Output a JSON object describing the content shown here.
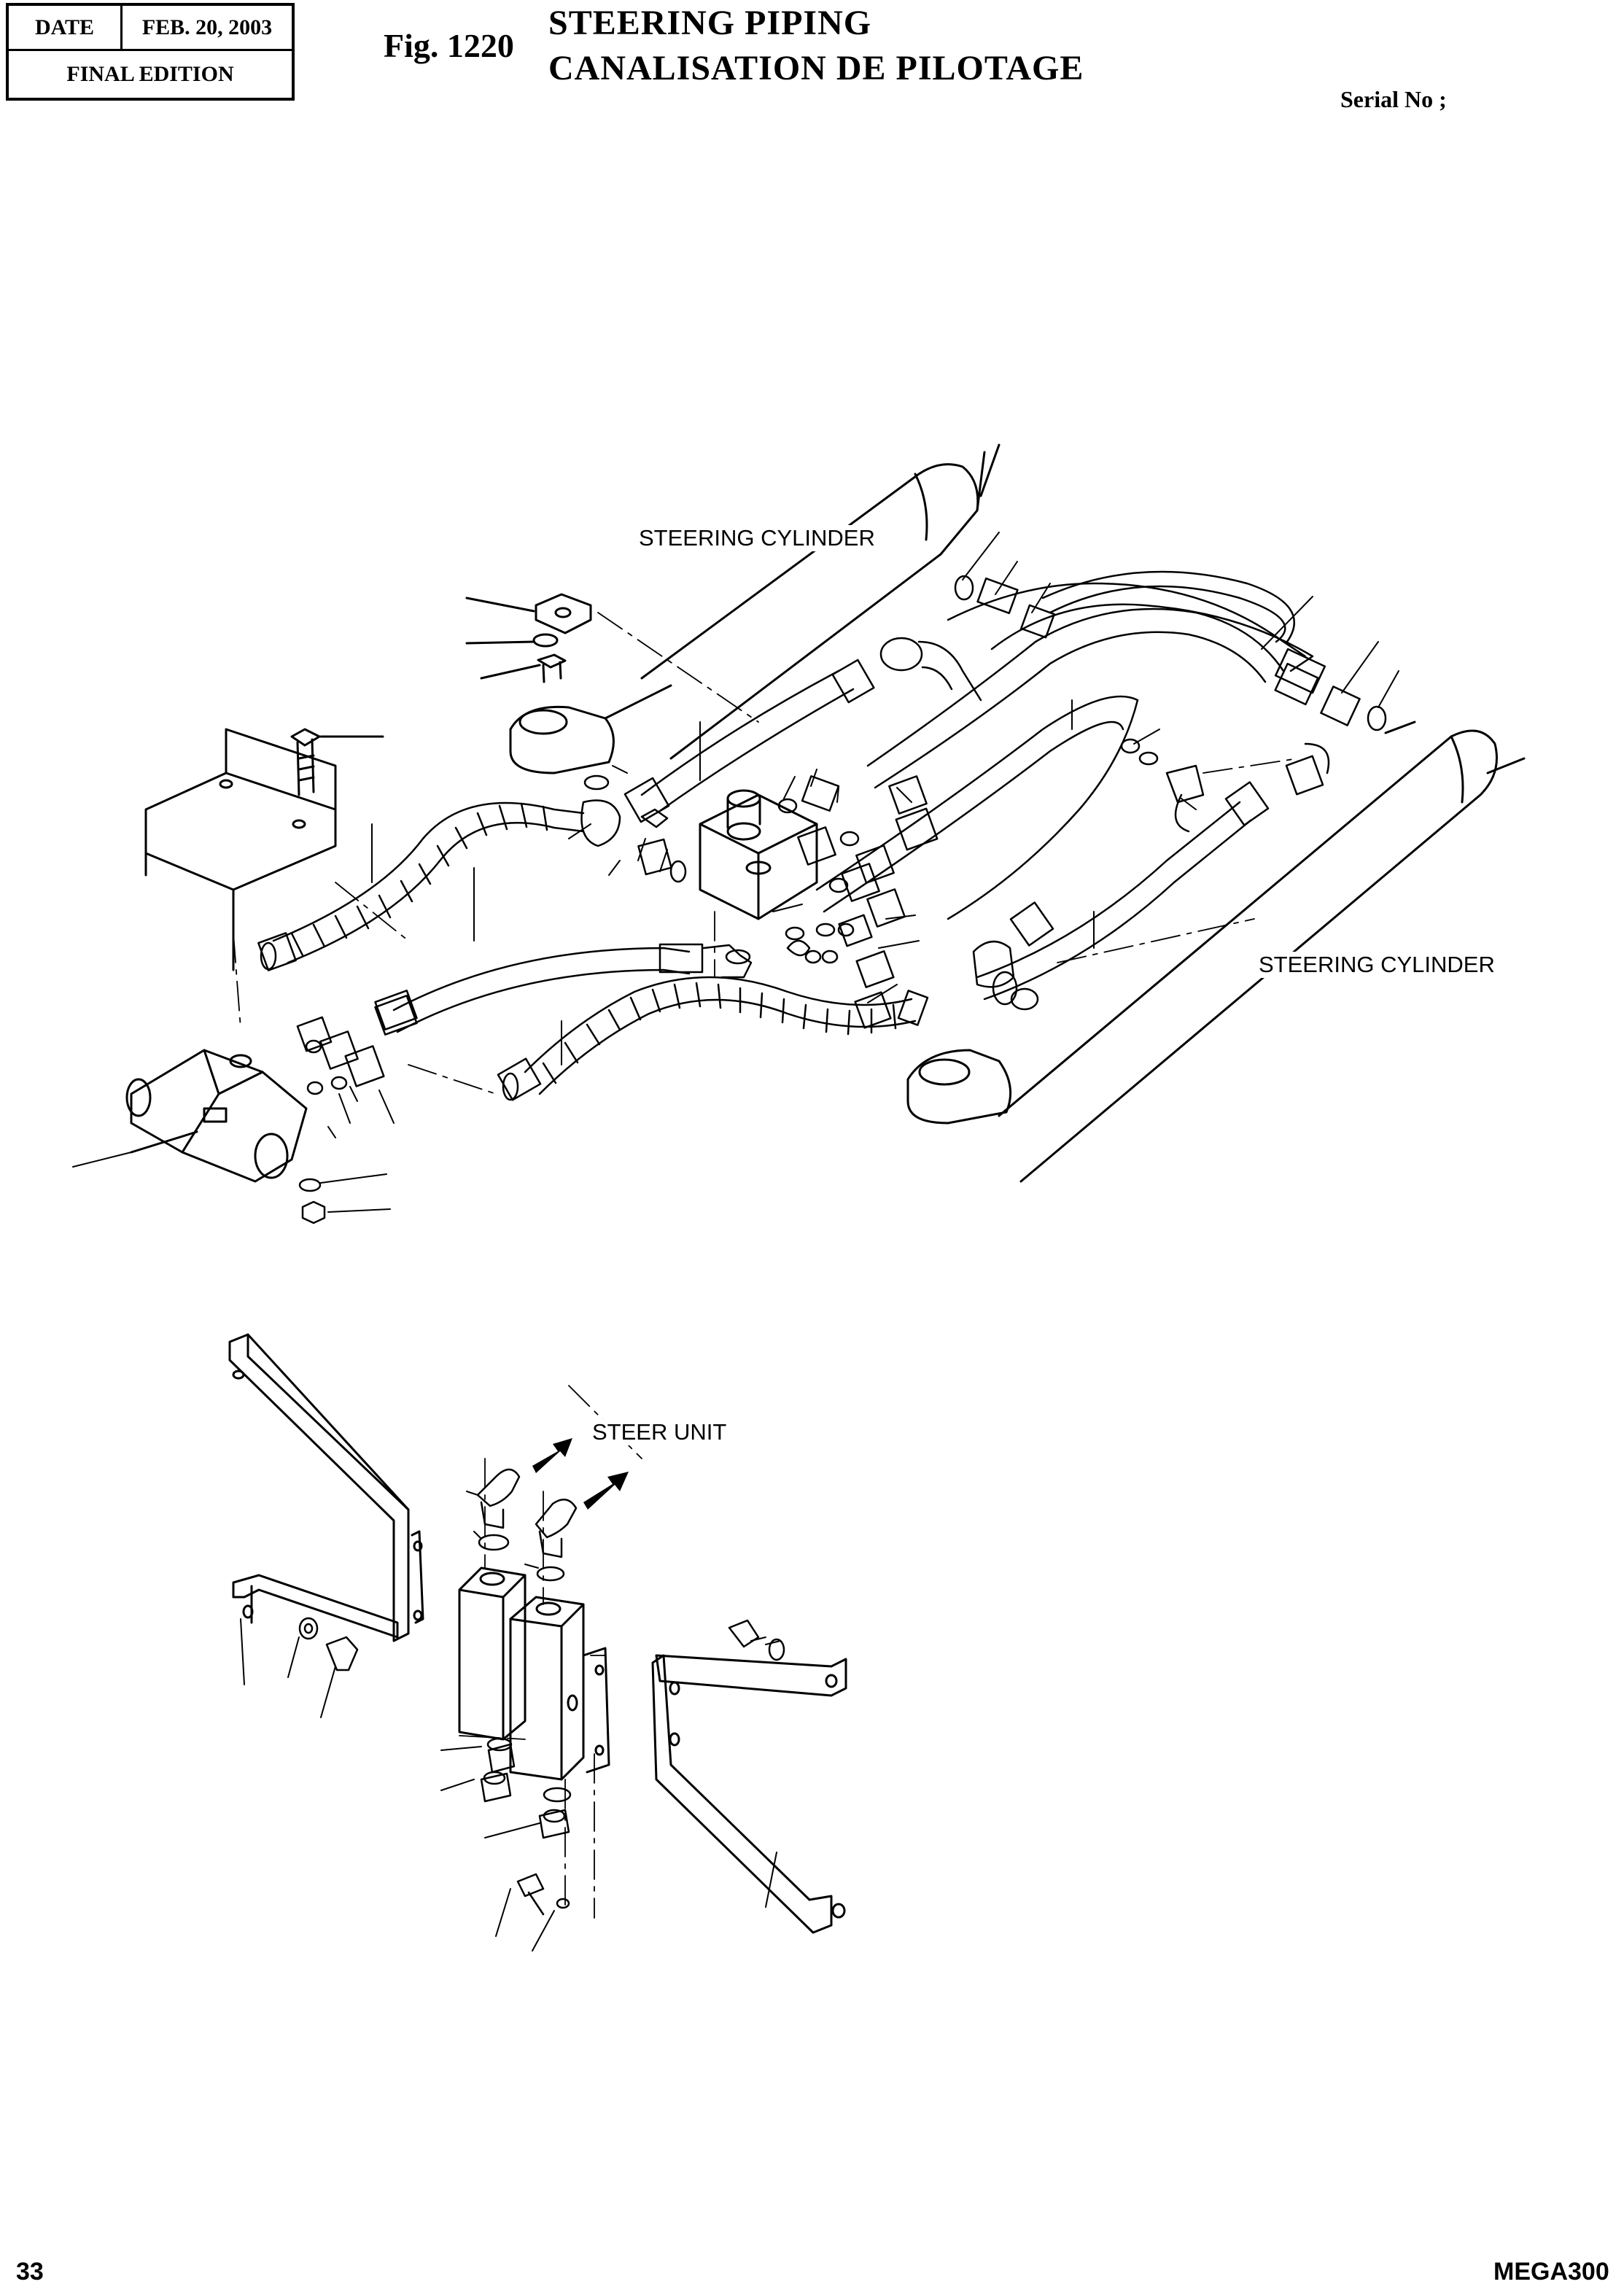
{
  "header": {
    "date_label": "DATE",
    "date_value": "FEB. 20, 2003",
    "edition": "FINAL EDITION",
    "fig_label": "Fig. 1220",
    "title_en": "STEERING PIPING",
    "title_fr": "CANALISATION DE PILOTAGE",
    "serial": "Serial No ;"
  },
  "diagram": {
    "label_cyl_top": "STEERING CYLINDER",
    "label_cyl_right": "STEERING CYLINDER",
    "label_steer_unit": "STEER UNIT"
  },
  "footer": {
    "page_number": "33",
    "model": "MEGA300"
  }
}
